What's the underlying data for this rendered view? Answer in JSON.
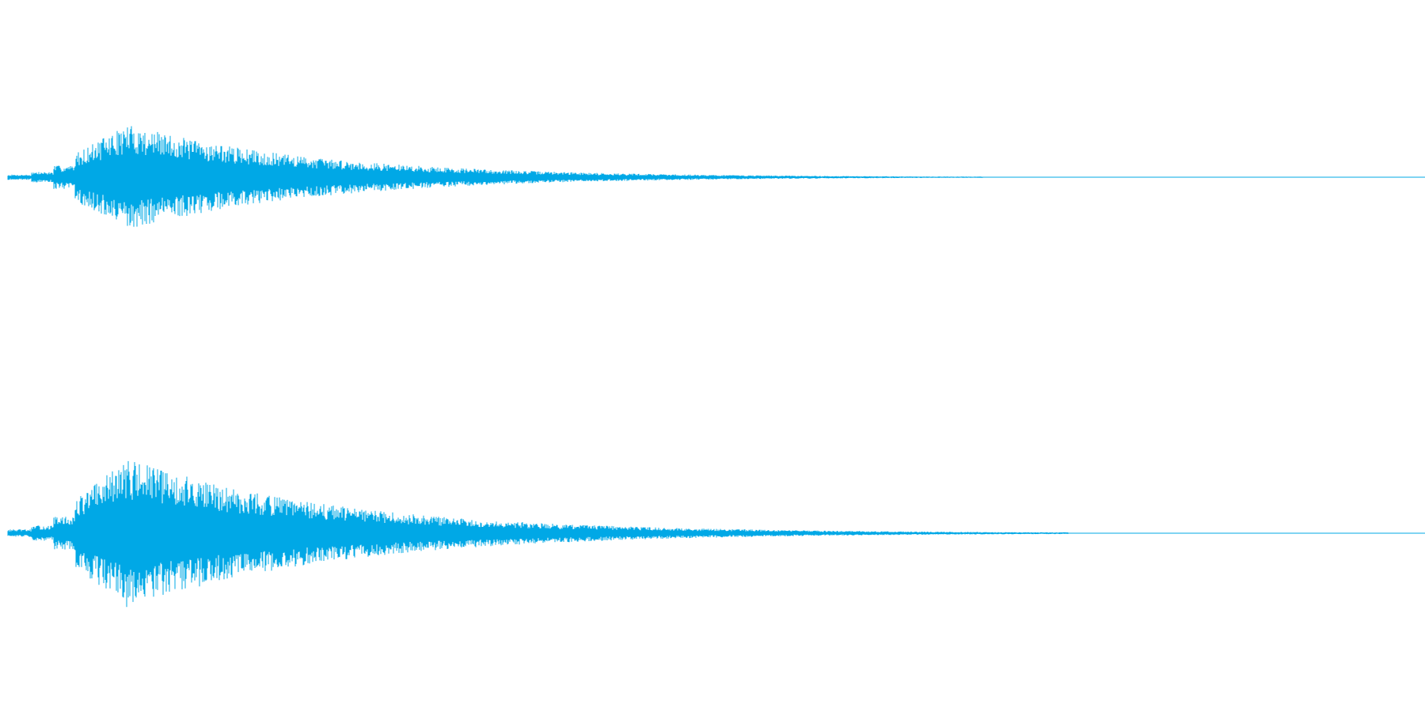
{
  "waveform": {
    "color": "#00a8e6",
    "background": "#ffffff",
    "channels": [
      {
        "name": "",
        "peak_amplitude": 0.56,
        "envelope_peak_fraction": 0.09,
        "tail_fraction": 0.69
      },
      {
        "name": "",
        "peak_amplitude": 0.67,
        "envelope_peak_fraction": 0.09,
        "tail_fraction": 0.75
      }
    ]
  }
}
